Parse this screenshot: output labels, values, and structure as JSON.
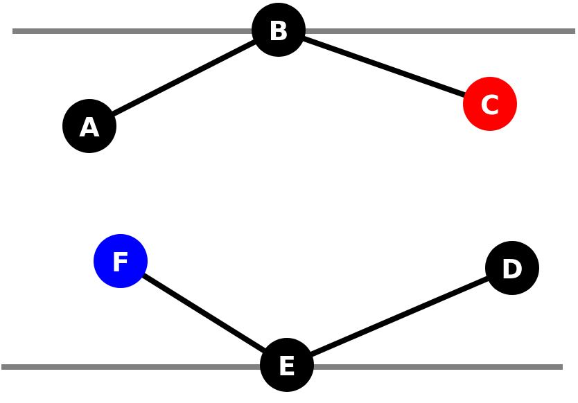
{
  "diagram": {
    "nodes": {
      "A": {
        "label": "A",
        "color": "#000000"
      },
      "B": {
        "label": "B",
        "color": "#000000"
      },
      "C": {
        "label": "C",
        "color": "#ff0000"
      },
      "D": {
        "label": "D",
        "color": "#000000"
      },
      "E": {
        "label": "E",
        "color": "#000000"
      },
      "F": {
        "label": "F",
        "color": "#0000ff"
      }
    },
    "edges": [
      [
        "A",
        "B"
      ],
      [
        "B",
        "C"
      ],
      [
        "F",
        "E"
      ],
      [
        "E",
        "D"
      ]
    ],
    "colors": {
      "reference_line": "#808080",
      "edge": "#000000",
      "label": "#ffffff"
    }
  }
}
